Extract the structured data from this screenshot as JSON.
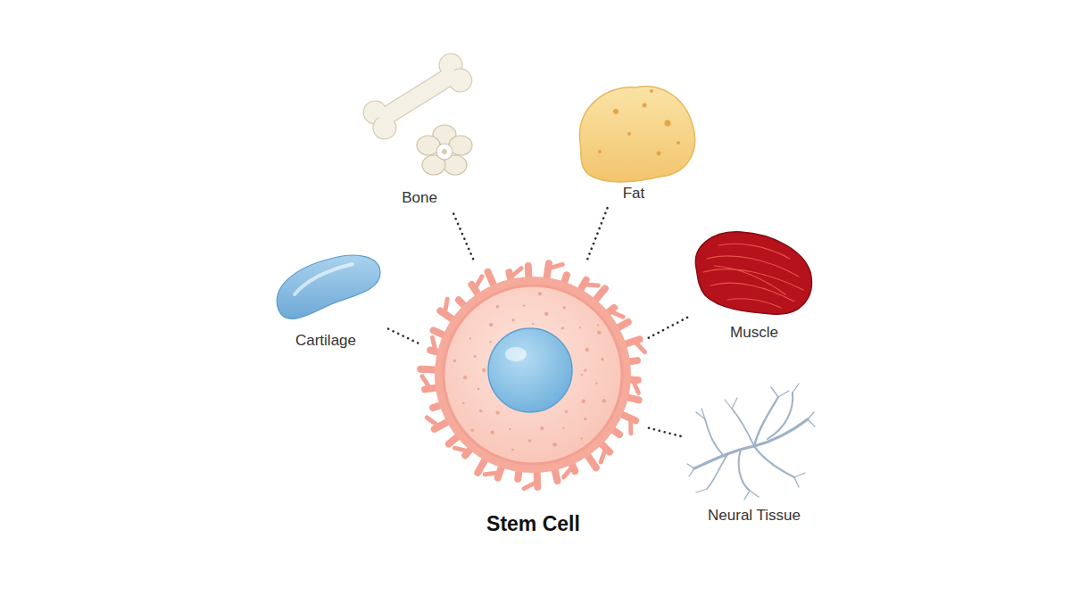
{
  "diagram": {
    "nodes": [
      {
        "text": [
          "Bone"
        ]
      },
      {
        "text": [
          "Fat"
        ]
      },
      {
        "text": [
          "Cartilage"
        ]
      },
      {
        "text": [
          "Stem Cell"
        ]
      },
      {
        "text": [
          "Muscle"
        ]
      },
      {
        "text": [
          "Neural Tissue"
        ]
      }
    ],
    "edges": [
      {
        "from": 3,
        "to": 0,
        "arrow": "none"
      },
      {
        "from": 3,
        "to": 1,
        "arrow": "none"
      },
      {
        "from": 3,
        "to": 2,
        "arrow": "none"
      },
      {
        "from": 3,
        "to": 4,
        "arrow": "none"
      },
      {
        "from": 3,
        "to": 5,
        "arrow": "none"
      }
    ]
  }
}
